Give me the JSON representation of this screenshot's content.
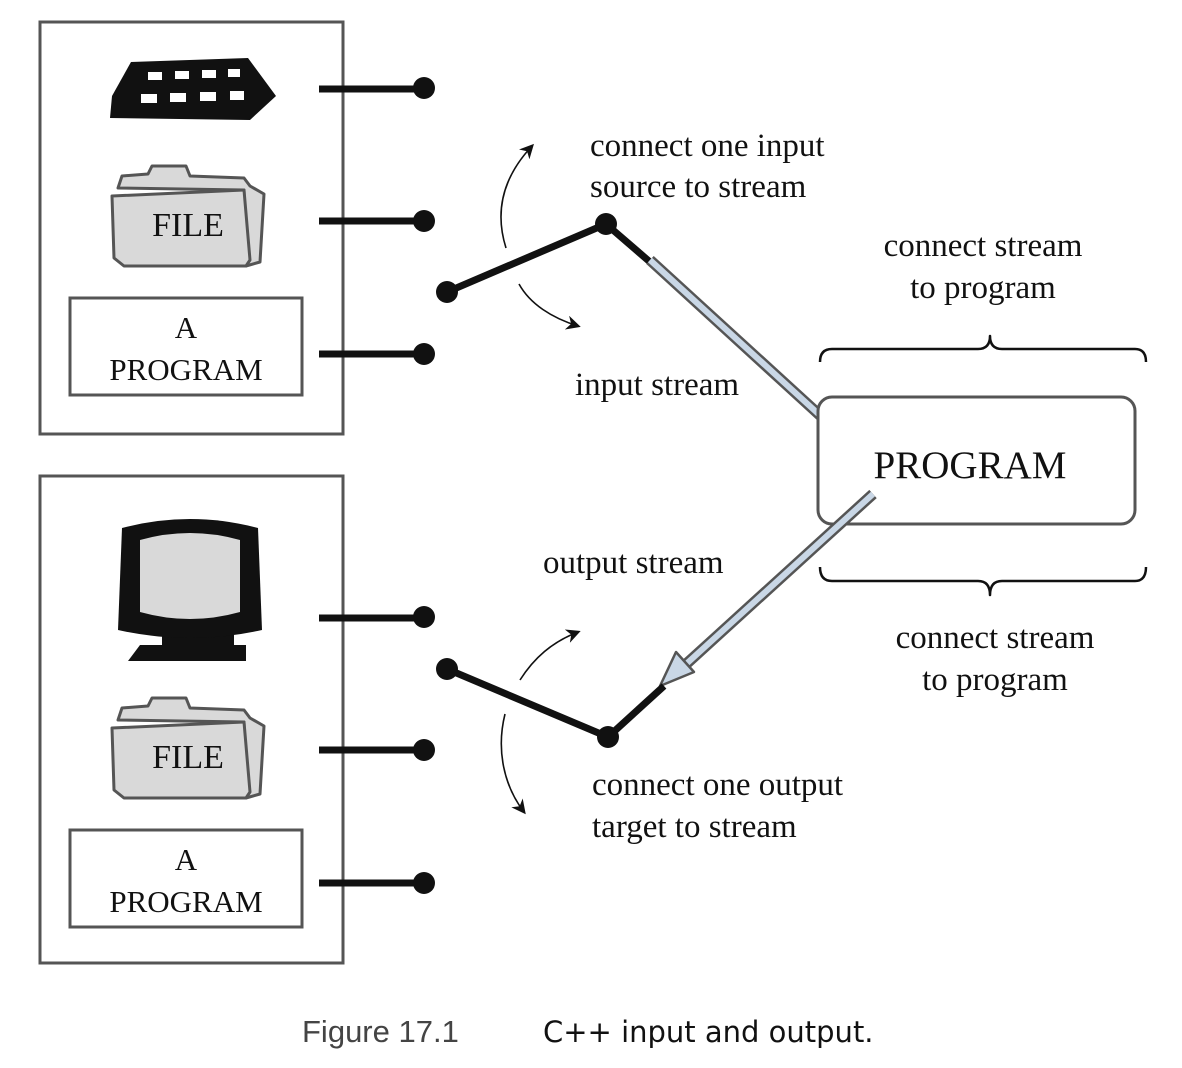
{
  "input_group": {
    "icons": [
      "keyboard-icon",
      "folder-icon"
    ],
    "file_label": "FILE",
    "program_line1": "A",
    "program_line2": "PROGRAM"
  },
  "output_group": {
    "icons": [
      "monitor-icon",
      "folder-icon"
    ],
    "file_label": "FILE",
    "program_line1": "A",
    "program_line2": "PROGRAM"
  },
  "program_box": {
    "label": "PROGRAM"
  },
  "labels": {
    "connect_input_1": "connect one input",
    "connect_input_2": "source to stream",
    "connect_program_top_1": "connect stream",
    "connect_program_top_2": "to program",
    "input_stream": "input stream",
    "output_stream": "output stream",
    "connect_program_bottom_1": "connect stream",
    "connect_program_bottom_2": "to program",
    "connect_output_1": "connect one output",
    "connect_output_2": "target to stream"
  },
  "caption": {
    "number": "Figure 17.1",
    "text": "C++ input and output."
  },
  "colors": {
    "stream_fill": "#c9d7e6",
    "icon_fill": "#d9d9d9",
    "frame_stroke": "#555555"
  }
}
